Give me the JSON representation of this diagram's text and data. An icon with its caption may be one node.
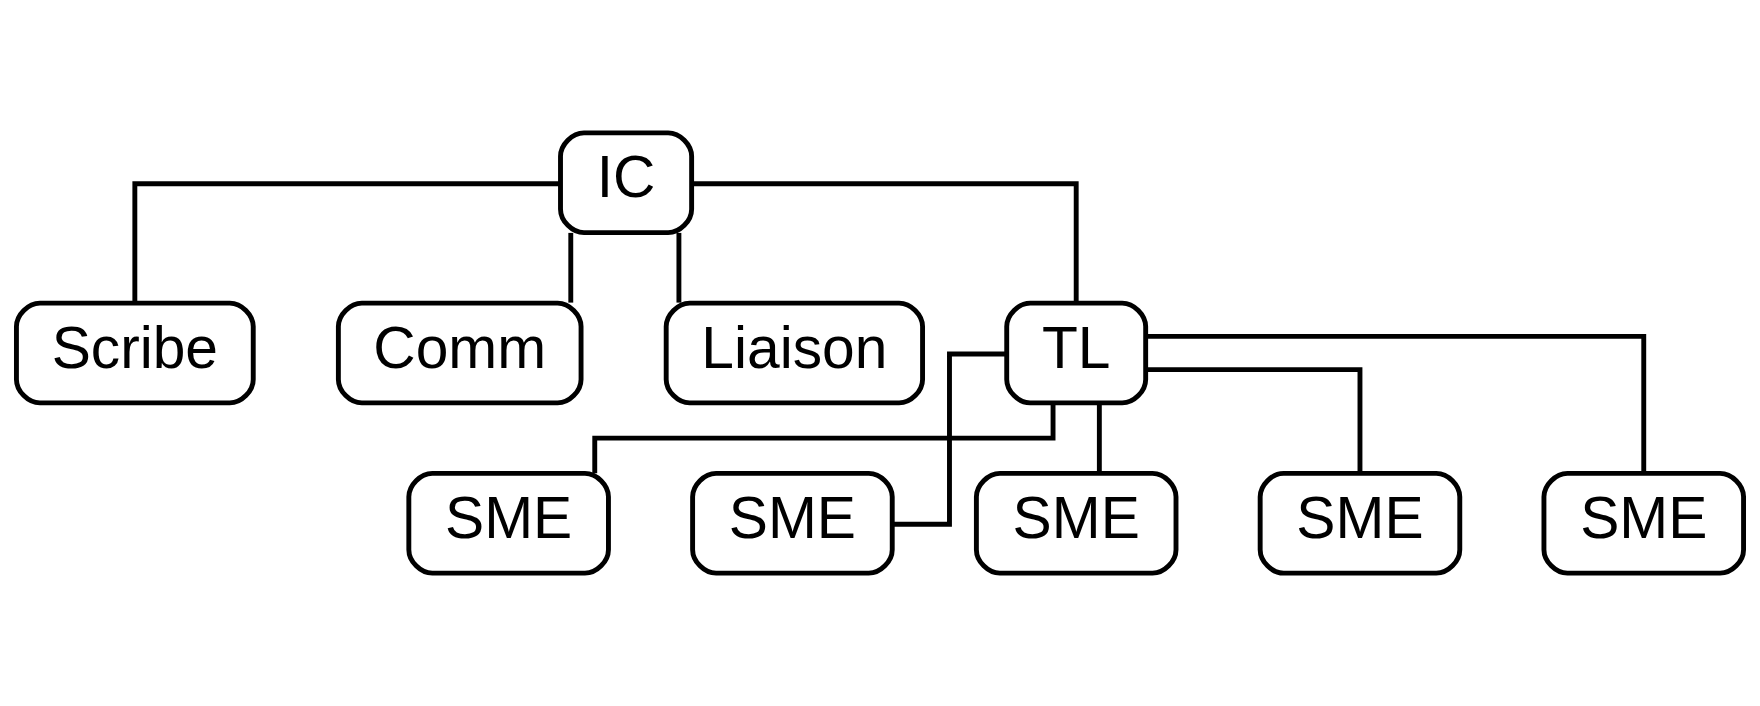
{
  "diagram": {
    "nodes": [
      {
        "text": [
          "IC"
        ]
      },
      {
        "text": [
          "Scribe"
        ]
      },
      {
        "text": [
          "Comm"
        ]
      },
      {
        "text": [
          "Liaison"
        ]
      },
      {
        "text": [
          "TL"
        ]
      },
      {
        "text": [
          "SME"
        ]
      },
      {
        "text": [
          "SME"
        ]
      },
      {
        "text": [
          "SME"
        ]
      },
      {
        "text": [
          "SME"
        ]
      },
      {
        "text": [
          "SME"
        ]
      }
    ],
    "edges": [
      {
        "from": 0,
        "to": 4,
        "arrow": "none"
      },
      {
        "from": 0,
        "to": 1,
        "arrow": "none"
      },
      {
        "from": 0,
        "to": 2,
        "arrow": "none"
      },
      {
        "from": 0,
        "to": 3,
        "arrow": "none"
      },
      {
        "from": 4,
        "to": 5,
        "arrow": "none"
      },
      {
        "from": 4,
        "to": 6,
        "arrow": "none"
      },
      {
        "from": 4,
        "to": 7,
        "arrow": "none"
      },
      {
        "from": 4,
        "to": 8,
        "arrow": "none"
      },
      {
        "from": 4,
        "to": 9,
        "arrow": "none"
      }
    ]
  }
}
